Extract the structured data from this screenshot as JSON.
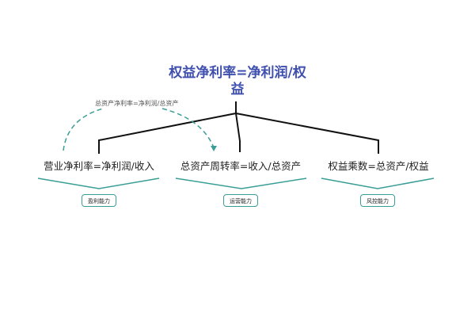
{
  "title": "权益净利率=净利润/权益",
  "note": "总资产净利率=净利润/总资产",
  "branches": [
    {
      "formula": "营业净利率=净利润/收入",
      "category": "盈利能力"
    },
    {
      "formula": "总资产周转率=收入/总资产",
      "category": "运营能力"
    },
    {
      "formula": "权益乘数=总资产/权益",
      "category": "风控能力"
    }
  ],
  "colors": {
    "title": "#3f4fae",
    "accent": "#3a9e96",
    "line": "#111111"
  }
}
